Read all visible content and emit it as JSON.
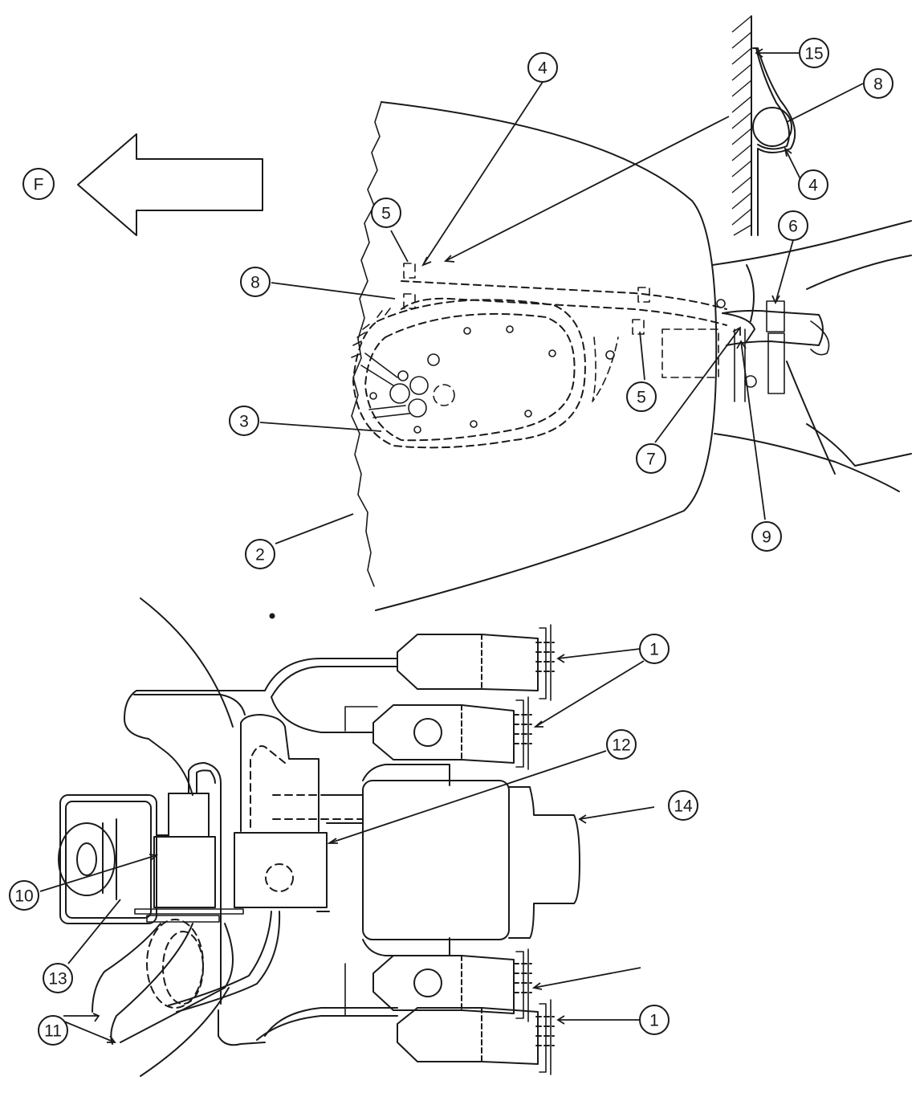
{
  "direction_label": "F",
  "callouts": [
    {
      "id": "c1a",
      "label": "1"
    },
    {
      "id": "c1b",
      "label": "1"
    },
    {
      "id": "c2",
      "label": "2"
    },
    {
      "id": "c3",
      "label": "3"
    },
    {
      "id": "c4a",
      "label": "4"
    },
    {
      "id": "c4b",
      "label": "4"
    },
    {
      "id": "c5a",
      "label": "5"
    },
    {
      "id": "c5b",
      "label": "5"
    },
    {
      "id": "c6",
      "label": "6"
    },
    {
      "id": "c7",
      "label": "7"
    },
    {
      "id": "c8a",
      "label": "8"
    },
    {
      "id": "c8b",
      "label": "8"
    },
    {
      "id": "c9",
      "label": "9"
    },
    {
      "id": "c10",
      "label": "10"
    },
    {
      "id": "c11",
      "label": "11"
    },
    {
      "id": "c12",
      "label": "12"
    },
    {
      "id": "c13",
      "label": "13"
    },
    {
      "id": "c14",
      "label": "14"
    },
    {
      "id": "c15",
      "label": "15"
    }
  ]
}
